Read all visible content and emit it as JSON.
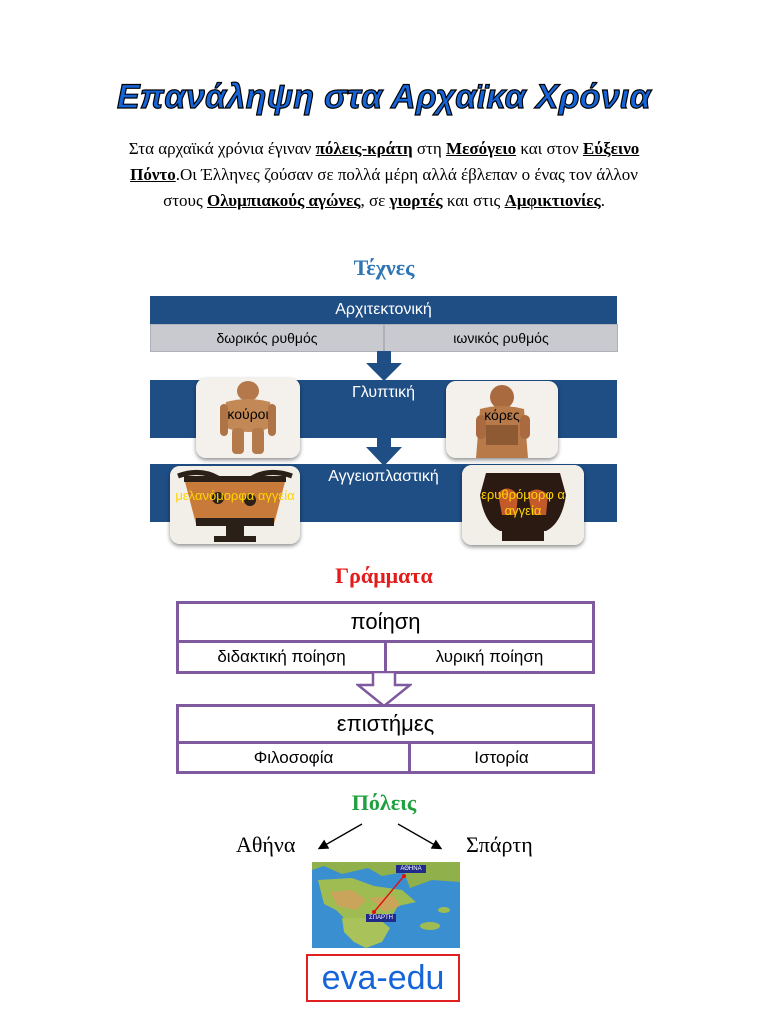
{
  "title": "Επανάληψη στα Αρχαϊκα Χρόνια",
  "intro": {
    "t1": "Στα αρχαϊκά χρόνια έγιναν ",
    "b1": "πόλεις-κράτη",
    "t2": " στη ",
    "b2": "Μεσόγειο",
    "t3": " και στον ",
    "b3": "Εύξεινο Πόντο",
    "t4": ".Οι Έλληνες ζούσαν σε πολλά μέρη αλλά έβλεπαν ο ένας τον άλλον στους ",
    "b4": "Ολυμπιακούς αγώνες",
    "t5": ", σε ",
    "b5": "γιορτές",
    "t6": " και στις ",
    "b6": "Αμφικτιονίες",
    "t7": "."
  },
  "arts": {
    "heading": "Τέχνες",
    "architecture": {
      "label": "Αρχιτεκτονική",
      "left": "δωρικός ρυθμός",
      "right": "ιωνικός ρυθμός"
    },
    "sculpture": {
      "label": "Γλυπτική",
      "left": "κούροι",
      "right": "κόρες"
    },
    "pottery": {
      "label": "Αγγειοπλαστική",
      "left": "μελανόμορφα αγγεία",
      "right": "ερυθρόμορφ α αγγεία"
    }
  },
  "letters": {
    "heading": "Γράμματα",
    "poetry": {
      "label": "ποίηση",
      "left": "διδακτική ποίηση",
      "right": "λυρική ποίηση"
    },
    "sciences": {
      "label": "επιστήμες",
      "left": "Φιλοσοφία",
      "right": "Ιστορία"
    }
  },
  "cities": {
    "heading": "Πόλεις",
    "left": "Αθήνα",
    "right": "Σπάρτη",
    "map_labels": {
      "top": "ΑΘΗΝΑ",
      "bottom": "ΣΠΑΡΤΗ"
    }
  },
  "brand": "eva-edu",
  "colors": {
    "title": "#1565d8",
    "arts_heading": "#2e75b6",
    "letters_heading": "#e31b1b",
    "cities_heading": "#20a040",
    "diagram_blue": "#1f4e85",
    "box_purple": "#7f5a9e",
    "brand_border": "#e02020"
  }
}
